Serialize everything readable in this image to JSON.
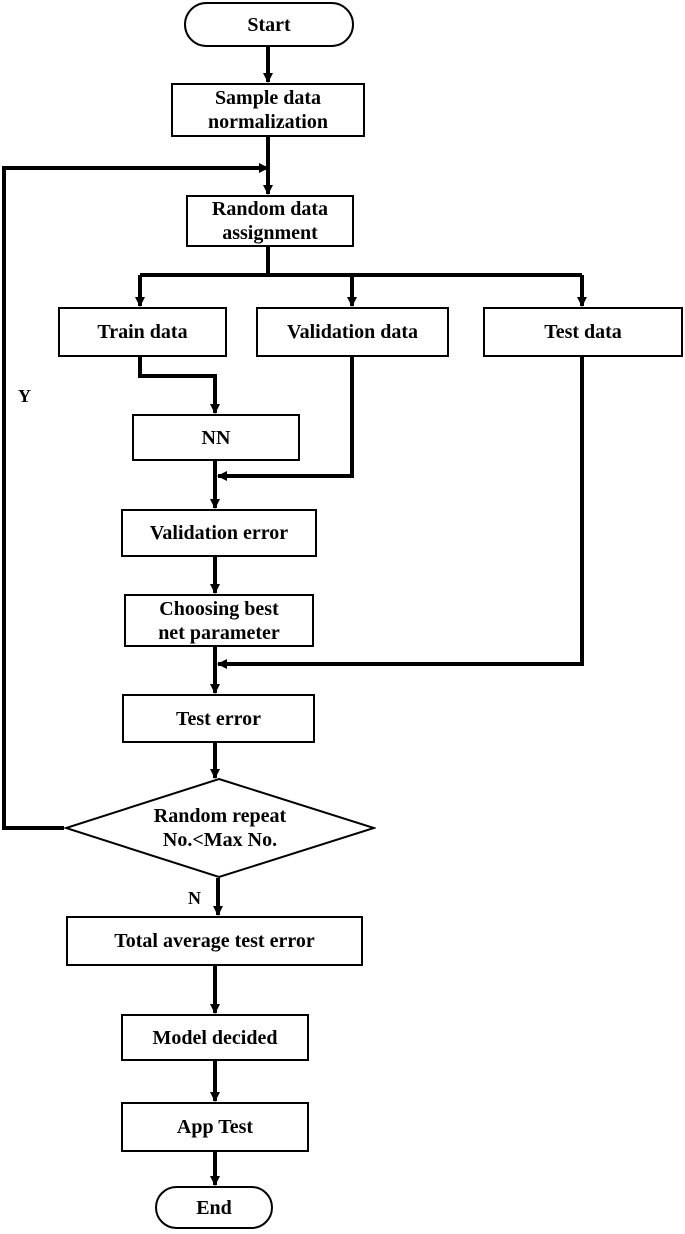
{
  "nodes": {
    "start": "Start",
    "normalize_line1": "Sample data",
    "normalize_line2": "normalization",
    "assign_line1": "Random data",
    "assign_line2": "assignment",
    "train": "Train data",
    "validation": "Validation data",
    "test": "Test data",
    "nn": "NN",
    "validation_error": "Validation error",
    "choose_line1": "Choosing best",
    "choose_line2": "net parameter",
    "test_error": "Test error",
    "decision_line1": "Random repeat",
    "decision_line2": "No.<Max No.",
    "total_error": "Total average test error",
    "model": "Model decided",
    "app_test": "App Test",
    "end": "End"
  },
  "edge_labels": {
    "yes": "Y",
    "no": "N"
  }
}
